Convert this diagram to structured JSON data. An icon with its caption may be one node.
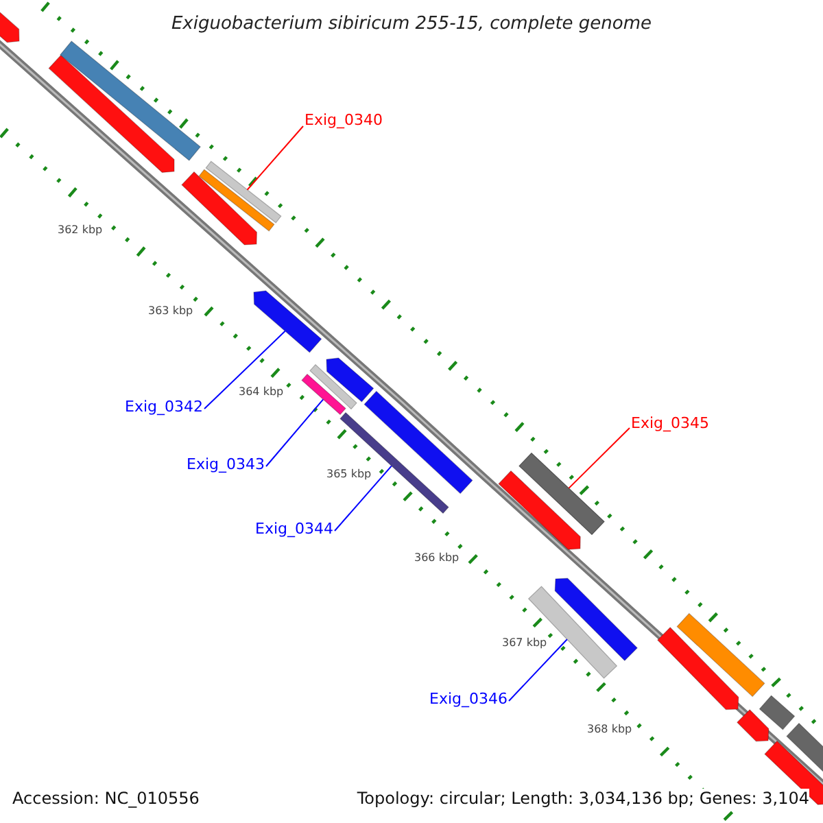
{
  "diagram": {
    "title": "Exiguobacterium sibiricum 255-15, complete genome",
    "nodes": [
      {
        "text": [
          "Exig_0340"
        ]
      },
      {
        "text": [],
        "shape": "bar"
      },
      {
        "text": [
          "Exig_0342"
        ]
      },
      {
        "text": [],
        "shape": "bar"
      },
      {
        "text": [
          "Exig_0343"
        ]
      },
      {
        "text": [],
        "shape": "bar"
      },
      {
        "text": [
          "Exig_0344"
        ]
      },
      {
        "text": [],
        "shape": "bar"
      },
      {
        "text": [
          "Exig_0345"
        ]
      },
      {
        "text": [],
        "shape": "bar"
      },
      {
        "text": [
          "Exig_0346"
        ]
      },
      {
        "text": [],
        "shape": "bar"
      },
      {
        "text": [],
        "shape": "bar"
      },
      {
        "text": [],
        "shape": "bar"
      },
      {
        "text": [],
        "shape": "bar"
      },
      {
        "text": [],
        "shape": "bar"
      },
      {
        "text": [],
        "shape": "bar"
      },
      {
        "text": [],
        "shape": "bar"
      },
      {
        "text": [],
        "shape": "bar"
      },
      {
        "text": [],
        "shape": "bar"
      },
      {
        "text": [],
        "shape": "bar"
      },
      {
        "text": [],
        "shape": "bar"
      },
      {
        "text": [],
        "shape": "bar"
      },
      {
        "text": [],
        "shape": "bar"
      },
      {
        "text": [],
        "shape": "bar"
      },
      {
        "text": [],
        "shape": "bar"
      },
      {
        "text": [],
        "shape": "bar"
      },
      {
        "text": [],
        "shape": "bar"
      },
      {
        "text": [],
        "shape": "bar"
      }
    ],
    "edges": [
      {
        "from": 0,
        "to": 1,
        "arrow": "none",
        "color": "#ff0000"
      },
      {
        "from": 2,
        "to": 3,
        "arrow": "none"
      },
      {
        "from": 4,
        "to": 5,
        "arrow": "none"
      },
      {
        "from": 6,
        "to": 7,
        "arrow": "none"
      },
      {
        "from": 8,
        "to": 9,
        "arrow": "none",
        "color": "#ff0000"
      },
      {
        "from": 10,
        "to": 11,
        "arrow": "none"
      }
    ],
    "labels": [
      "362 kbp",
      "363 kbp",
      "364 kbp",
      "365 kbp",
      "366 kbp",
      "367 kbp",
      "368 kbp",
      "Accession: NC_010556",
      "Topology: circular; Length: 3,034,136 bp; Genes: 3,104"
    ]
  }
}
